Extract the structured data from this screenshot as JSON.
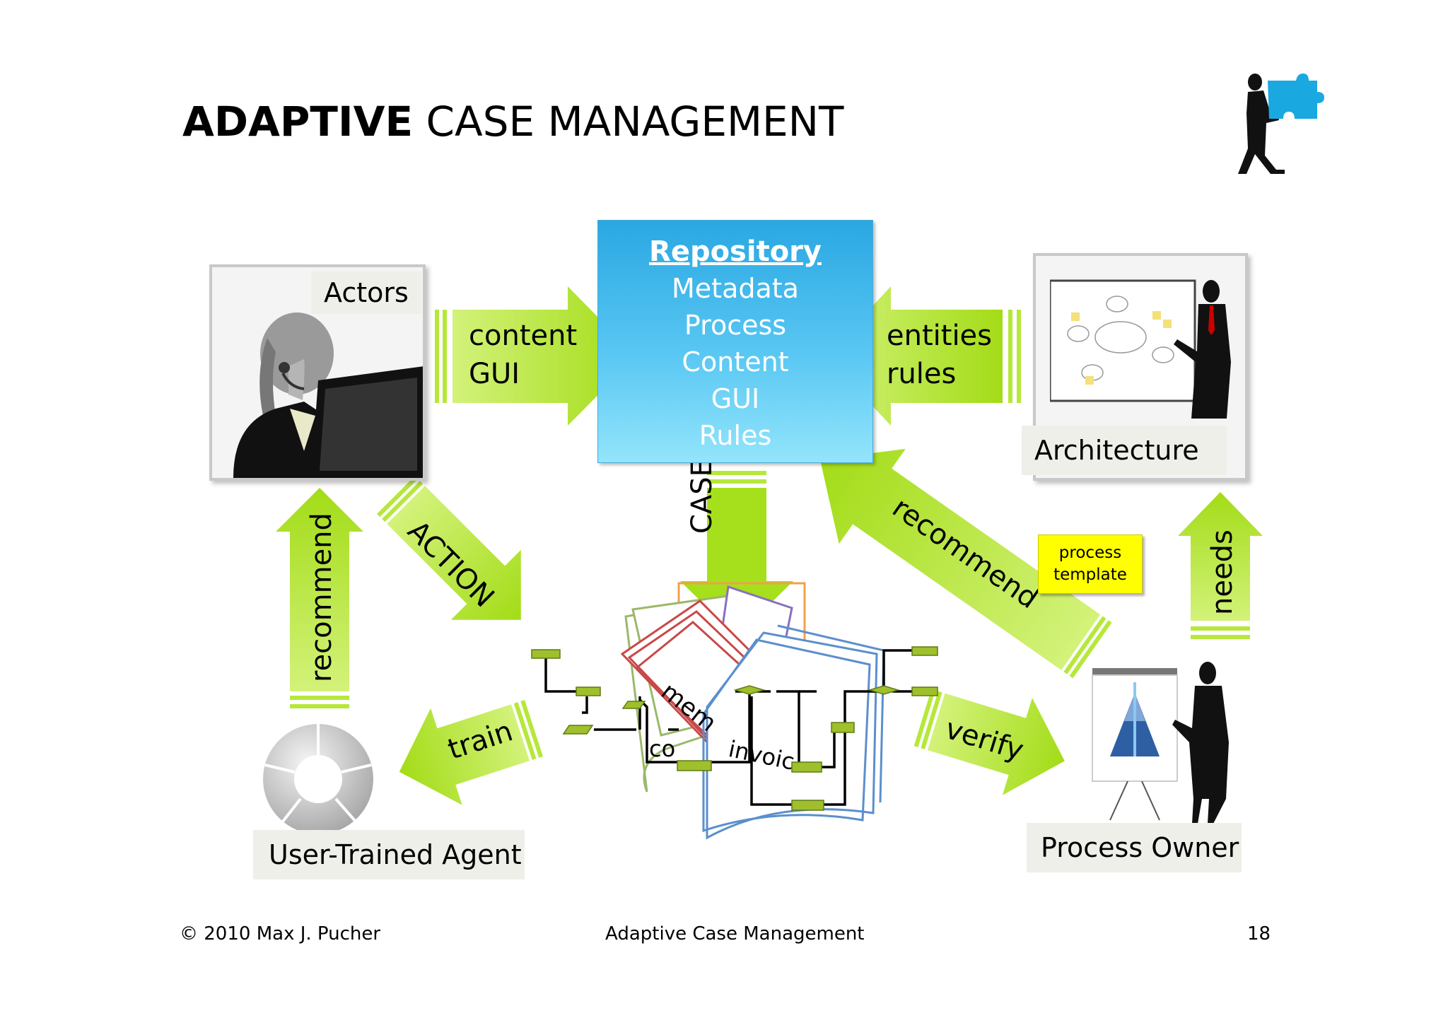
{
  "title": {
    "bold": "ADAPTIVE",
    "rest": "CASE MANAGEMENT"
  },
  "repository": {
    "heading": "Repository",
    "items": [
      "Metadata",
      "Process",
      "Content",
      "GUI",
      "Rules"
    ]
  },
  "nodes": {
    "actors": "Actors",
    "architecture": "Architecture",
    "agent": "User-Trained Agent",
    "owner": "Process Owner"
  },
  "arrows": {
    "content_gui": [
      "content",
      "GUI"
    ],
    "entities_rules": [
      "entities",
      "rules"
    ],
    "action": "ACTION",
    "cases": "CASES",
    "recommend_left": "recommend",
    "recommend_diag": "recommend",
    "needs": "needs",
    "train": "train",
    "verify": "verify"
  },
  "note": [
    "process",
    "template"
  ],
  "documents": [
    "mem",
    "co",
    "invoic"
  ],
  "footer": {
    "copyright": "© 2010 Max J. Pucher",
    "center": "Adaptive Case Management",
    "page": "18"
  },
  "colors": {
    "arrow": "#a6e01c",
    "repository": "#2aa7e2",
    "note": "#ffff00"
  }
}
